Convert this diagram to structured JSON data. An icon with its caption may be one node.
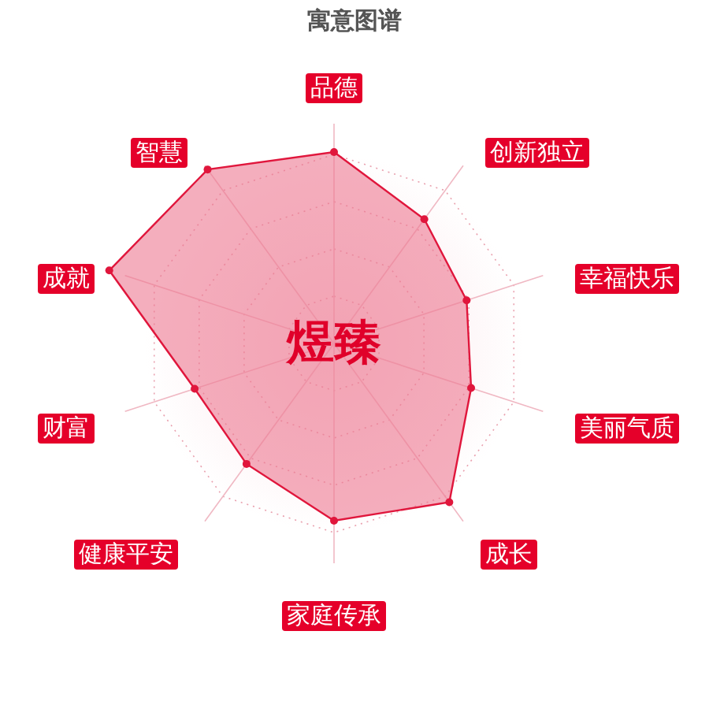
{
  "diagram": {
    "title": "寓意图谱",
    "labels": [
      "品德",
      "智慧",
      "创新独立",
      "成就",
      "幸福快乐",
      "煜臻",
      "财富",
      "美丽气质",
      "健康平安",
      "成长",
      "家庭传承"
    ]
  }
}
